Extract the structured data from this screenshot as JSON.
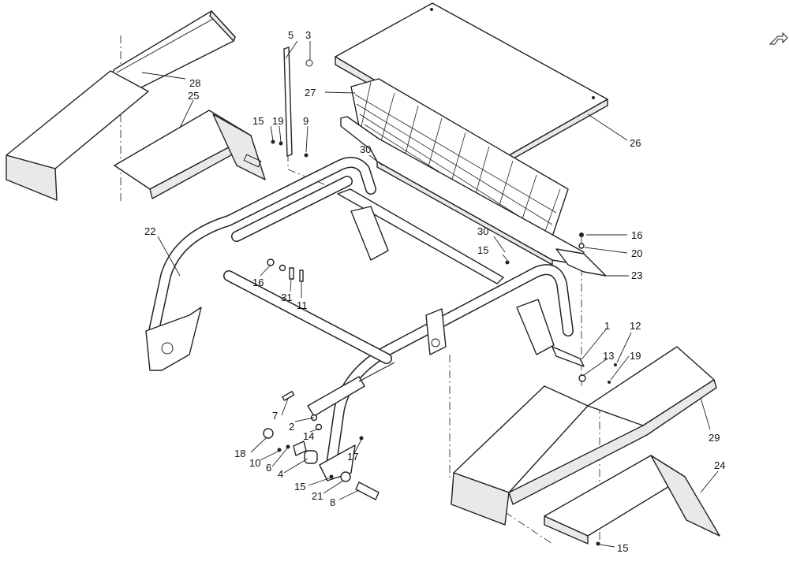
{
  "diagram": {
    "labels": {
      "l1": "1",
      "l2": "2",
      "l3": "3",
      "l4": "4",
      "l5": "5",
      "l6": "6",
      "l7": "7",
      "l8": "8",
      "l9": "9",
      "l10": "10",
      "l11": "11",
      "l12": "12",
      "l13": "13",
      "l14": "14",
      "l15a": "15",
      "l15b": "15",
      "l15c": "15",
      "l15d": "15",
      "l16a": "16",
      "l16b": "16",
      "l17": "17",
      "l18": "18",
      "l19a": "19",
      "l19b": "19",
      "l20": "20",
      "l21": "21",
      "l22": "22",
      "l23": "23",
      "l24": "24",
      "l25": "25",
      "l26": "26",
      "l27": "27",
      "l28": "28",
      "l29": "29",
      "l30a": "30",
      "l30b": "30",
      "l31": "31"
    },
    "icons": {
      "corner": "hand-pointer-icon"
    }
  }
}
